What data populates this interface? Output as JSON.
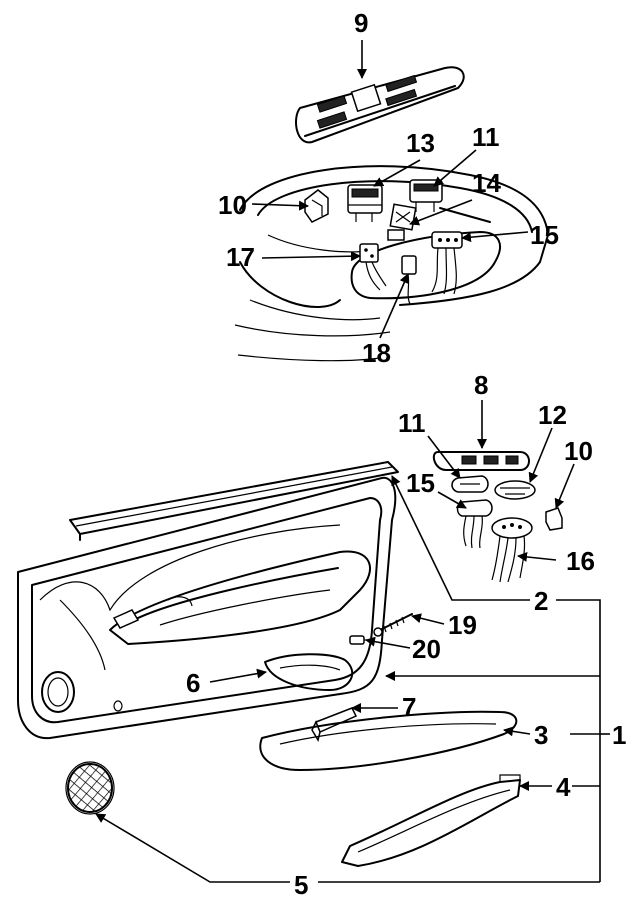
{
  "callouts": {
    "c1": "1",
    "c2": "2",
    "c3": "3",
    "c4": "4",
    "c5": "5",
    "c6": "6",
    "c7": "7",
    "c8": "8",
    "c9": "9",
    "c10a": "10",
    "c10b": "10",
    "c11a": "11",
    "c11b": "11",
    "c12": "12",
    "c13": "13",
    "c14": "14",
    "c15a": "15",
    "c15b": "15",
    "c16": "16",
    "c17": "17",
    "c18": "18",
    "c19": "19",
    "c20": "20"
  }
}
